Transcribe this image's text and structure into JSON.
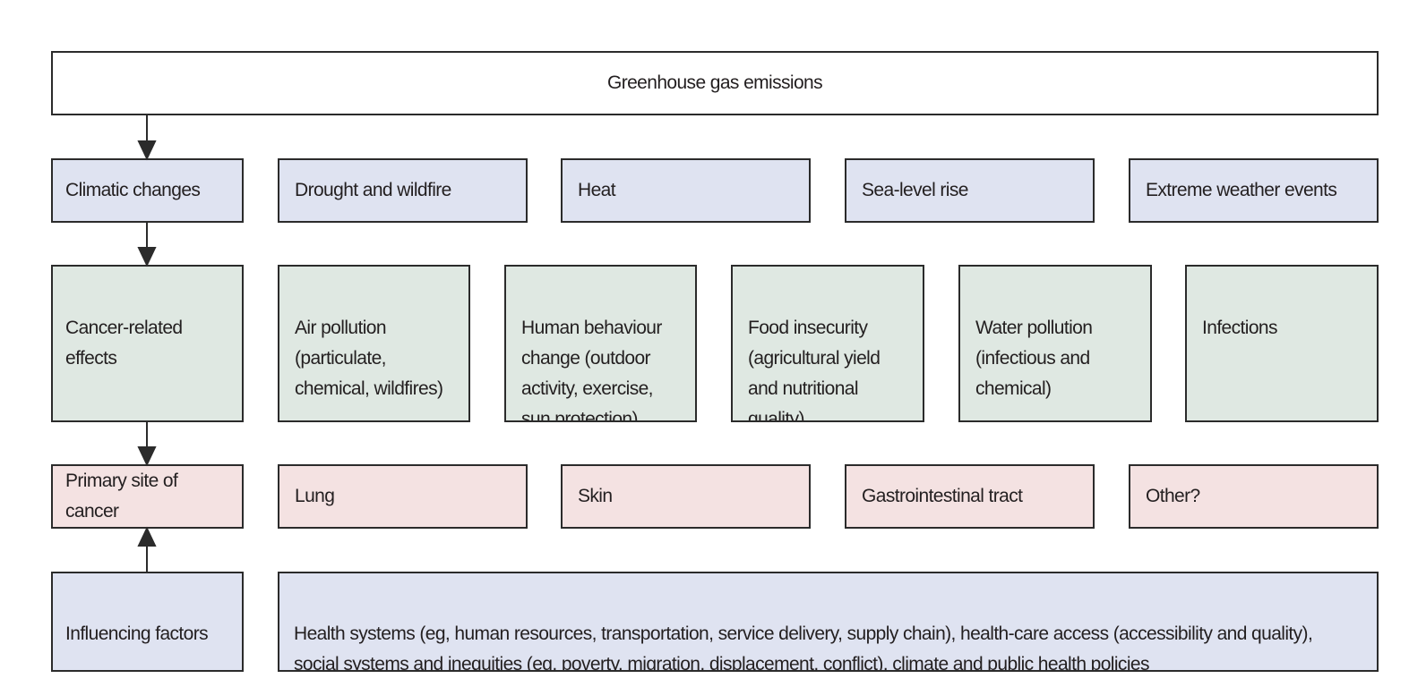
{
  "top": {
    "label": "Greenhouse gas emissions"
  },
  "rows": {
    "climatic": {
      "label": "Climatic changes",
      "items": [
        "Drought and wildfire",
        "Heat",
        "Sea-level rise",
        "Extreme weather events"
      ]
    },
    "effects": {
      "label": "Cancer-related\neffects",
      "items": [
        "Air pollution\n(particulate,\nchemical, wildfires)",
        "Human behaviour\nchange (outdoor\nactivity, exercise,\nsun protection)",
        "Food insecurity\n(agricultural yield\nand nutritional\nquality)",
        "Water pollution\n(infectious and\nchemical)",
        "Infections"
      ]
    },
    "sites": {
      "label": "Primary site of cancer",
      "items": [
        "Lung",
        "Skin",
        "Gastrointestinal tract",
        "Other?"
      ]
    },
    "influencing": {
      "label": "Influencing factors",
      "text": "Health systems (eg, human resources, transportation, service delivery, supply chain), health-care access (accessibility and quality),\nsocial systems and inequities (eg, poverty, migration, displacement, conflict), climate and public health policies"
    }
  },
  "colors": {
    "climatic": "#dfe3f1",
    "effects": "#dfe8e2",
    "sites": "#f4e2e2",
    "influencing": "#dfe3f1",
    "border": "#2b2b2b"
  }
}
